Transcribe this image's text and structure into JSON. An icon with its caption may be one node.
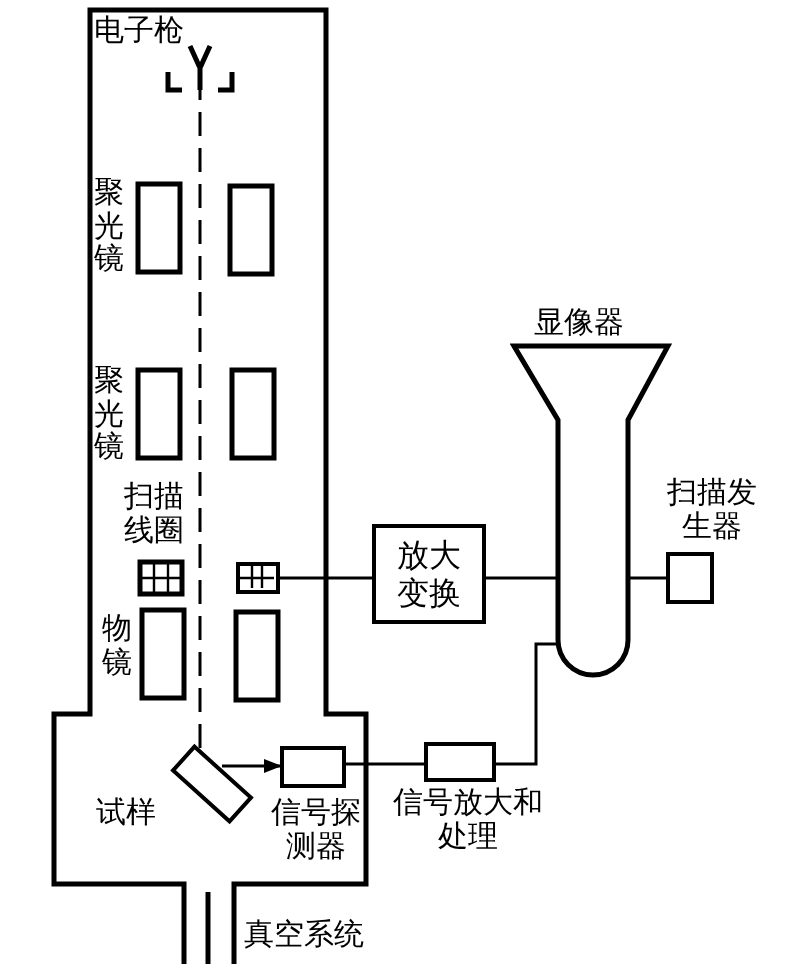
{
  "diagram": {
    "nodes": [
      {
        "text": [],
        "shape": "box"
      },
      {
        "text": [
          "放大变换"
        ]
      },
      {
        "text": [
          "显像器"
        ]
      },
      {
        "text": [],
        "shape": "box",
        "beside": [
          "扫描发生器"
        ]
      },
      {
        "text": [],
        "shape": "box",
        "beside": [
          "试样"
        ]
      },
      {
        "text": [],
        "shape": "box",
        "beside": [
          "信号探测器"
        ]
      },
      {
        "text": [],
        "shape": "box",
        "beside": [
          "信号放大和处理"
        ]
      }
    ],
    "edges": [
      {
        "from": 0,
        "to": 1,
        "arrow": "none"
      },
      {
        "from": 1,
        "to": 2,
        "arrow": "none"
      },
      {
        "from": 2,
        "to": 3,
        "arrow": "none"
      },
      {
        "from": 4,
        "to": 5,
        "arrow": "to"
      },
      {
        "from": 5,
        "to": 6,
        "arrow": "none"
      },
      {
        "from": 6,
        "to": 2,
        "arrow": "none"
      }
    ],
    "labels": [
      "电子枪",
      "聚光镜",
      "聚光镜",
      "扫描线圈",
      "物镜",
      "真空系统"
    ]
  }
}
